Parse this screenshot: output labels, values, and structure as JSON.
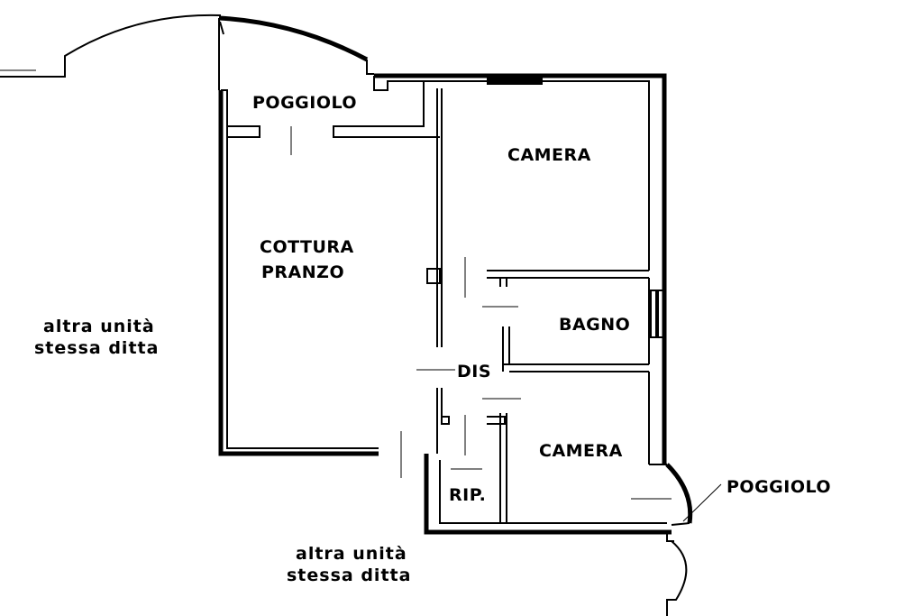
{
  "plan": {
    "rooms": {
      "poggiolo_top": "POGGIOLO",
      "camera_top": "CAMERA",
      "cottura_line1": "COTTURA",
      "cottura_line2": "PRANZO",
      "bagno": "BAGNO",
      "dis": "DIS",
      "camera_bottom": "CAMERA",
      "rip": "RIP.",
      "poggiolo_right": "POGGIOLO"
    },
    "notes": {
      "left_line1": "altra unità",
      "left_line2": "stessa ditta",
      "bottom_line1": "altra unità",
      "bottom_line2": "stessa ditta"
    }
  },
  "colors": {
    "ink": "#000000",
    "paper": "#ffffff"
  }
}
